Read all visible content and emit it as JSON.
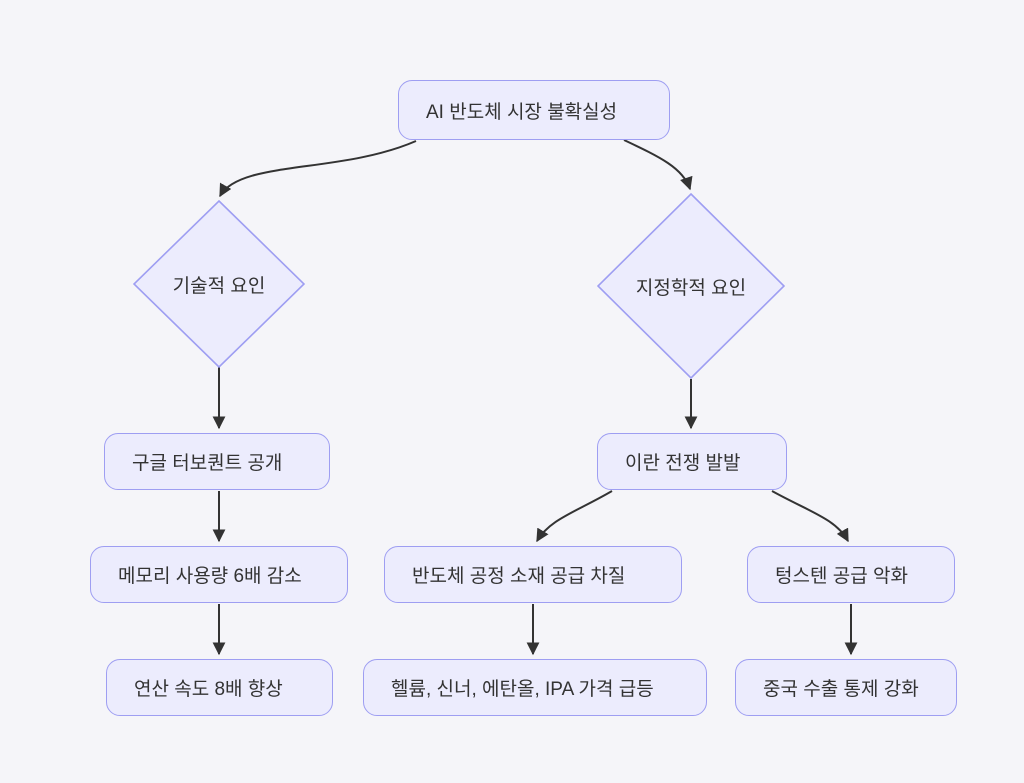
{
  "diagram": {
    "title": "AI semiconductor market uncertainty flowchart",
    "colors": {
      "background": "#f5f5f9",
      "node_fill": "#ececfd",
      "node_border": "#9e9ef2",
      "arrow": "#333333",
      "text": "#333333"
    },
    "nodes": {
      "root": {
        "label": "AI 반도체 시장 불확실성",
        "shape": "rounded-rect"
      },
      "tech": {
        "label": "기술적 요인",
        "shape": "diamond"
      },
      "geo": {
        "label": "지정학적 요인",
        "shape": "diamond"
      },
      "turboquant": {
        "label": "구글 터보퀀트 공개",
        "shape": "rounded-rect"
      },
      "memory": {
        "label": "메모리 사용량 6배 감소",
        "shape": "rounded-rect"
      },
      "speed": {
        "label": "연산 속도 8배 향상",
        "shape": "rounded-rect"
      },
      "iran": {
        "label": "이란 전쟁 발발",
        "shape": "rounded-rect"
      },
      "materials": {
        "label": "반도체 공정 소재 공급 차질",
        "shape": "rounded-rect"
      },
      "tungsten": {
        "label": "텅스텐 공급 악화",
        "shape": "rounded-rect"
      },
      "prices": {
        "label": "헬륨, 신너, 에탄올, IPA 가격 급등",
        "shape": "rounded-rect"
      },
      "china": {
        "label": "중국 수출 통제 강화",
        "shape": "rounded-rect"
      }
    },
    "edges": [
      {
        "from": "root",
        "to": "tech"
      },
      {
        "from": "root",
        "to": "geo"
      },
      {
        "from": "tech",
        "to": "turboquant"
      },
      {
        "from": "turboquant",
        "to": "memory"
      },
      {
        "from": "memory",
        "to": "speed"
      },
      {
        "from": "geo",
        "to": "iran"
      },
      {
        "from": "iran",
        "to": "materials"
      },
      {
        "from": "iran",
        "to": "tungsten"
      },
      {
        "from": "materials",
        "to": "prices"
      },
      {
        "from": "tungsten",
        "to": "china"
      }
    ]
  }
}
